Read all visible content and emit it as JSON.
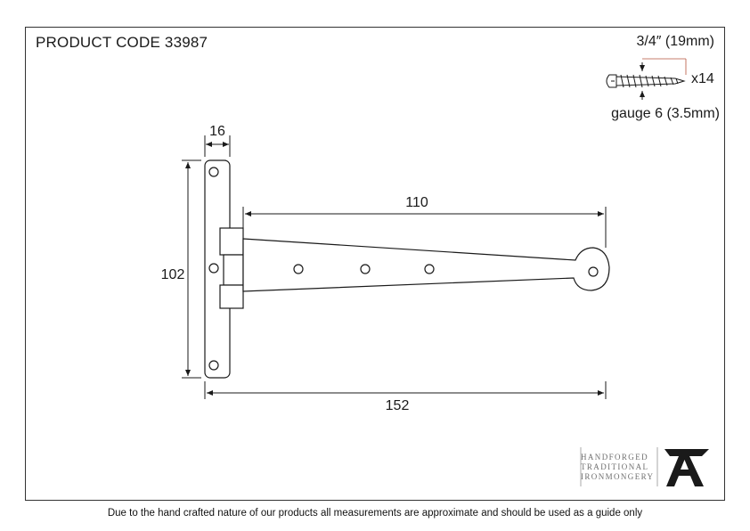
{
  "header": {
    "product_code": "PRODUCT CODE 33987"
  },
  "screw": {
    "length": "3/4″ (19mm)",
    "count": "x14",
    "gauge": "gauge 6 (3.5mm)"
  },
  "dimensions": {
    "plate_width": "16",
    "plate_height": "102",
    "strap_length": "110",
    "overall_length": "152"
  },
  "brand": {
    "line1": "HANDFORGED",
    "line2": "TRADITIONAL",
    "line3": "IRONMONGERY",
    "logo_icon": "anvil-a-icon"
  },
  "footer": {
    "disclaimer": "Due to the hand crafted nature of our products all measurements are approximate and should be used as a guide only"
  },
  "colors": {
    "line": "#1a1a1a",
    "frame": "#333333",
    "brand_text": "#6e6e6e",
    "accent": "#b5523b"
  }
}
